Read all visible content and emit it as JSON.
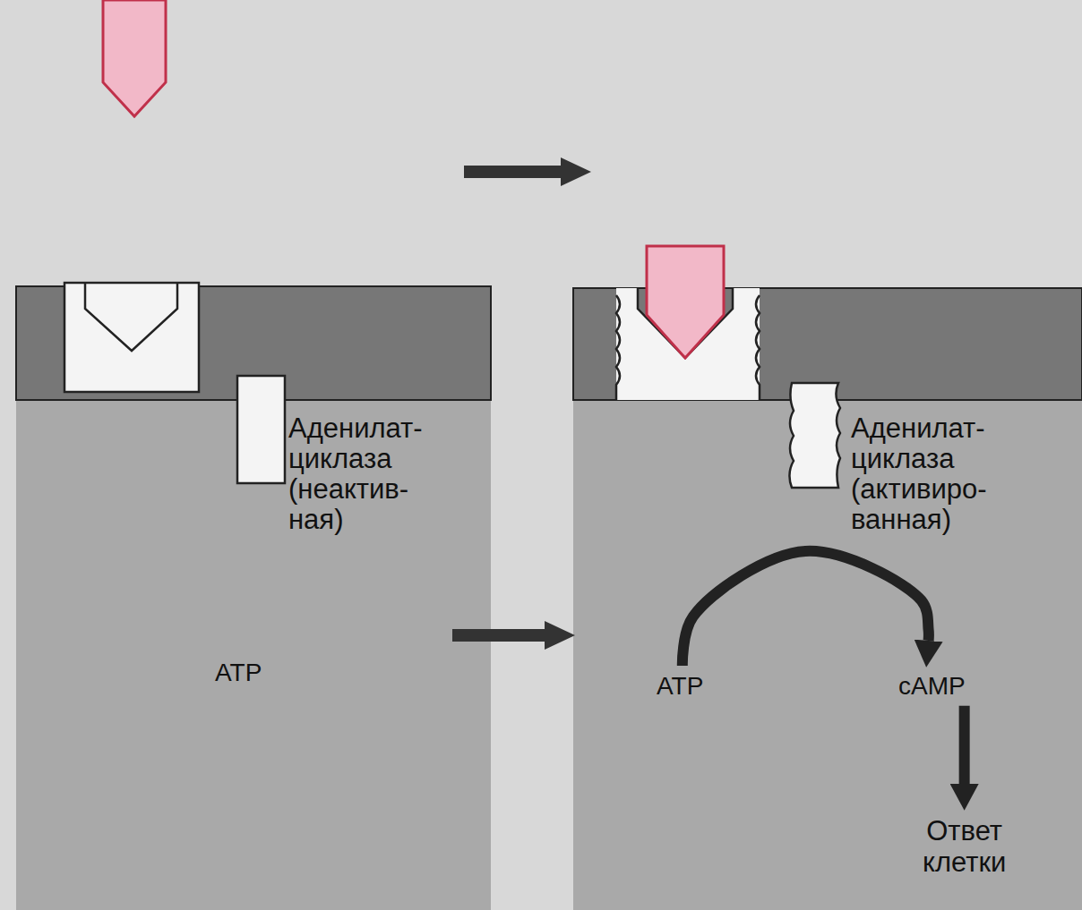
{
  "diagram": {
    "nodes": [
      {
        "text": [
          "Аденилат- циклаза (неактив- ная)"
        ]
      },
      {
        "text": [
          "Аденилат- циклаза (активиро- ванная)"
        ]
      },
      {
        "text": [
          "ATP"
        ]
      },
      {
        "text": [
          "cAMP"
        ]
      },
      {
        "text": [
          "Ответ клетки"
        ]
      }
    ],
    "edges": [
      {
        "from": 2,
        "to": 3,
        "arrow": "to"
      },
      {
        "from": 3,
        "to": 4,
        "arrow": "to"
      }
    ],
    "labels": [
      "ATP"
    ]
  }
}
